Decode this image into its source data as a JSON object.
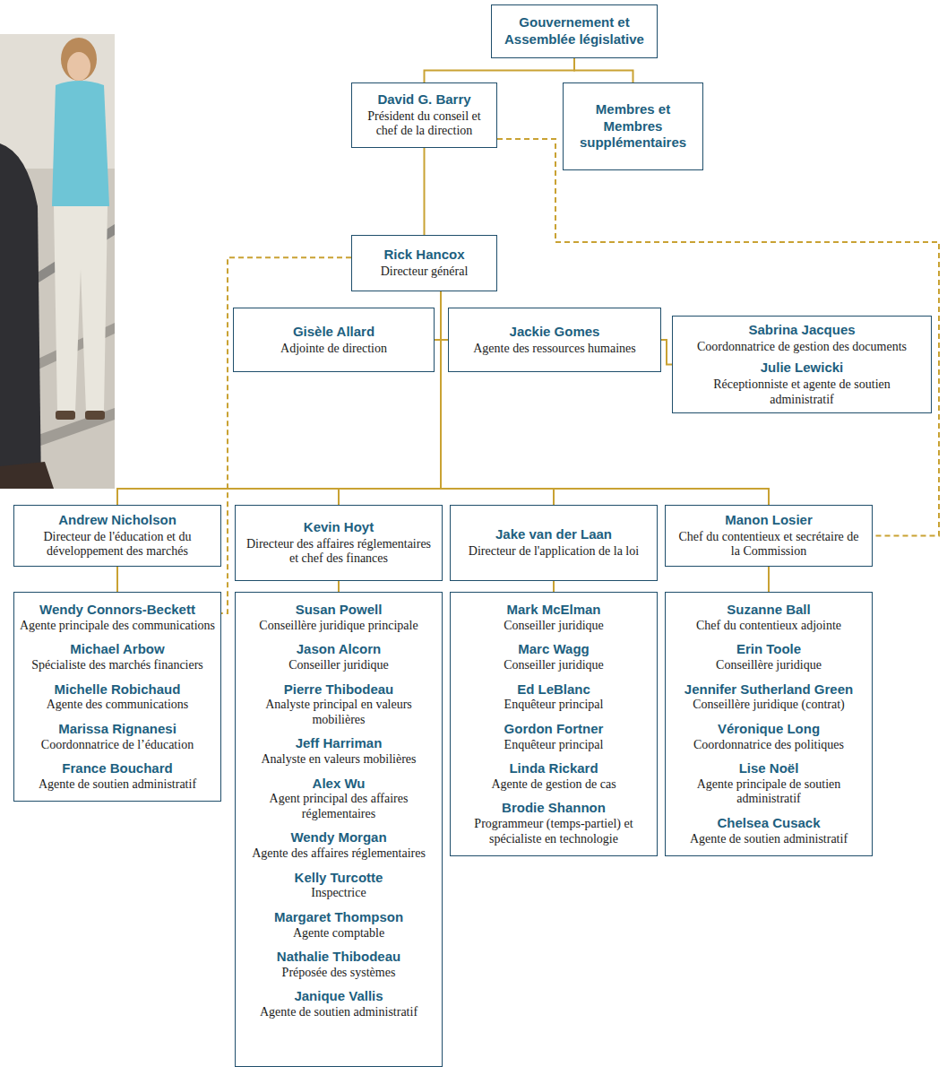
{
  "diagram": {
    "nodes": [
      {
        "text": [
          "Gouvernement et Assemblée législative"
        ]
      },
      {
        "text": [
          "David G. Barry",
          "Président du conseil et chef de la direction"
        ]
      },
      {
        "text": [
          "Membres et Membres supplémentaires"
        ]
      },
      {
        "text": [
          "Rick Hancox",
          "Directeur général"
        ]
      },
      {
        "text": [
          "Gisèle Allard",
          "Adjointe de direction"
        ]
      },
      {
        "text": [
          "Jackie Gomes",
          "Agente des ressources humaines"
        ]
      },
      {
        "text": [
          "Sabrina Jacques",
          "Coordonnatrice de gestion des documents",
          "Julie Lewicki",
          "Réceptionniste et agente de soutien administratif"
        ]
      },
      {
        "text": [
          "Andrew Nicholson",
          "Directeur de l'éducation et du développement des marchés"
        ]
      },
      {
        "text": [
          "Kevin Hoyt",
          "Directeur des affaires réglementaires et chef des finances"
        ]
      },
      {
        "text": [
          "Jake van der Laan",
          "Directeur de l'application de la loi"
        ]
      },
      {
        "text": [
          "Manon Losier",
          "Chef du contentieux et secrétaire de la Commission"
        ]
      },
      {
        "text": [
          "Wendy Connors-Beckett",
          "Agente principale des communications",
          "Michael Arbow",
          "Spécialiste des marchés financiers",
          "Michelle Robichaud",
          "Agente des communications",
          "Marissa Rignanesi",
          "Coordonnatrice de l’éducation",
          "France Bouchard",
          "Agente de soutien administratif"
        ]
      },
      {
        "text": [
          "Susan Powell",
          "Conseillère juridique principale",
          "Jason Alcorn",
          "Conseiller juridique",
          "Pierre Thibodeau",
          "Analyste principal en valeurs mobilières",
          "Jeff Harriman",
          "Analyste en valeurs mobilières",
          "Alex Wu",
          "Agent principal des affaires réglementaires",
          "Wendy Morgan",
          "Agente des affaires réglementaires",
          "Kelly Turcotte",
          "Inspectrice",
          "Margaret Thompson",
          "Agente comptable",
          "Nathalie Thibodeau",
          "Préposée des systèmes",
          "Janique Vallis",
          "Agente de soutien administratif"
        ]
      },
      {
        "text": [
          "Mark McElman",
          "Conseiller juridique",
          "Marc Wagg",
          "Conseiller juridique",
          "Ed LeBlanc",
          "Enquêteur principal",
          "Gordon Fortner",
          "Enquêteur principal",
          "Linda Rickard",
          "Agente de gestion de cas",
          "Brodie Shannon",
          "Programmeur (temps-partiel) et spécialiste en technologie"
        ]
      },
      {
        "text": [
          "Suzanne Ball",
          "Chef du contentieux adjointe",
          "Erin Toole",
          "Conseillère juridique",
          "Jennifer Sutherland Green",
          "Conseillère juridique (contrat)",
          "Véronique Long",
          "Coordonnatrice des politiques",
          "Lise Noël",
          "Agente principale de soutien administratif",
          "Chelsea Cusack",
          "Agente de soutien administratif"
        ]
      }
    ],
    "edges": [
      {
        "from": 0,
        "to": 1,
        "arrow": "none"
      },
      {
        "from": 0,
        "to": 2,
        "arrow": "none"
      },
      {
        "from": 1,
        "to": 3,
        "arrow": "none"
      },
      {
        "from": 3,
        "to": 4,
        "arrow": "none"
      },
      {
        "from": 3,
        "to": 5,
        "arrow": "none"
      },
      {
        "from": 5,
        "to": 6,
        "arrow": "none"
      },
      {
        "from": 3,
        "to": 7,
        "arrow": "none"
      },
      {
        "from": 3,
        "to": 8,
        "arrow": "none"
      },
      {
        "from": 3,
        "to": 9,
        "arrow": "none"
      },
      {
        "from": 3,
        "to": 10,
        "arrow": "none"
      },
      {
        "from": 7,
        "to": 11,
        "arrow": "none"
      },
      {
        "from": 8,
        "to": 12,
        "arrow": "none"
      },
      {
        "from": 9,
        "to": 13,
        "arrow": "none"
      },
      {
        "from": 10,
        "to": 14,
        "arrow": "none"
      },
      {
        "from": 3,
        "to": 11,
        "arrow": "none"
      },
      {
        "from": 1,
        "to": 10,
        "arrow": "none"
      }
    ]
  }
}
